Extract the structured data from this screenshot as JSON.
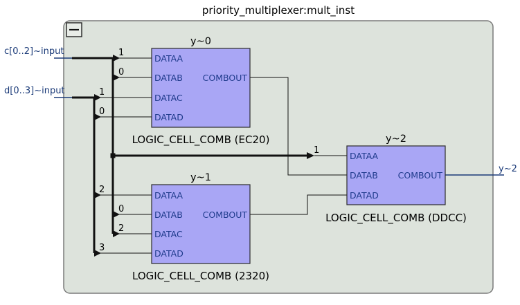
{
  "module": {
    "title": "priority_multiplexer:mult_inst",
    "collapse_icon": "minus-box-icon"
  },
  "inputs": [
    {
      "id": "c",
      "label": "c[0..2]~input"
    },
    {
      "id": "d",
      "label": "d[0..3]~input"
    }
  ],
  "outputs": [
    {
      "id": "y2",
      "label": "y~2"
    }
  ],
  "cells": [
    {
      "id": "y0",
      "name": "y~0",
      "caption": "LOGIC_CELL_COMB (EC20)",
      "inputs": [
        "DATAA",
        "DATAB",
        "DATAC",
        "DATAD"
      ],
      "output": "COMBOUT"
    },
    {
      "id": "y1",
      "name": "y~1",
      "caption": "LOGIC_CELL_COMB (2320)",
      "inputs": [
        "DATAA",
        "DATAB",
        "DATAC",
        "DATAD"
      ],
      "output": "COMBOUT"
    },
    {
      "id": "y2",
      "name": "y~2",
      "caption": "LOGIC_CELL_COMB (DDCC)",
      "inputs": [
        "DATAA",
        "DATAB",
        "DATAD"
      ],
      "output": "COMBOUT"
    }
  ],
  "bit_indices": {
    "c_to_y0_dataa": "1",
    "c_to_y0_datab": "0",
    "d_to_y0_datac": "1",
    "d_to_y0_datad": "0",
    "c_to_y2_dataa": "1",
    "d_to_y1_dataa": "2",
    "c_to_y1_datab": "0",
    "c_to_y1_datac": "2",
    "d_to_y1_datad": "3"
  },
  "colors": {
    "module_fill": "#dde3dc",
    "module_border": "#7a7a7a",
    "cell_fill": "#a9a6f5",
    "cell_border": "#2b2b2b",
    "wire": "#111111",
    "io_label": "#1a3a78"
  }
}
